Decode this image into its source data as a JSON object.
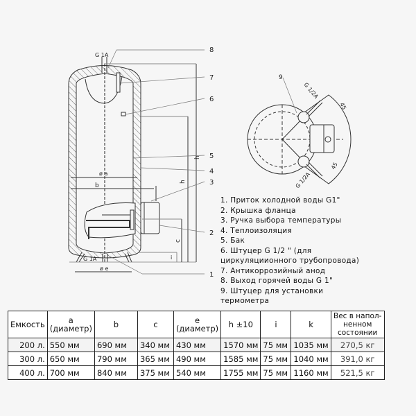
{
  "diagram": {
    "callouts": [
      "1",
      "2",
      "3",
      "4",
      "5",
      "6",
      "7",
      "8",
      "9"
    ],
    "dimension_labels": {
      "a": "ø a",
      "b": "b",
      "e": "ø e",
      "h": "h",
      "c": "c",
      "i": "i",
      "inlet_top": "G 1A",
      "inlet_bottom": "G 1A"
    },
    "top_view": {
      "fitting_top": "G 1/2A",
      "fitting_bottom": "G 1/2A",
      "angle_top": "45",
      "angle_bottom": "45"
    }
  },
  "legend": [
    "1. Приток холодной воды G1\"",
    "2. Крышка фланца",
    "3. Ручка выбора температуры",
    "4. Теплоизоляция",
    "5. Бак",
    "6. Штуцер G 1/2 \" (для",
    "циркуляциионного трубопровода)",
    "7. Антикоррозийный анод",
    "8. Выход горячей воды G 1\"",
    "9. Штуцер для установки",
    "термометра"
  ],
  "table": {
    "headers": [
      "Емкость",
      "a",
      "(диаметр)",
      "b",
      "c",
      "e",
      "(диаметр)",
      "h ±10",
      "i",
      "k",
      "Вес в напол-",
      "ненном",
      "состоянии"
    ],
    "rows": [
      [
        "200 л.",
        "550 мм",
        "690 мм",
        "340 мм",
        "430 мм",
        "1570 мм",
        "75 мм",
        "1035 мм",
        "270,5 кг"
      ],
      [
        "300 л.",
        "650 мм",
        "790 мм",
        "365 мм",
        "490 мм",
        "1585 мм",
        "75 мм",
        "1040 мм",
        "391,0 кг"
      ],
      [
        "400 л.",
        "700 мм",
        "840 мм",
        "375 мм",
        "540 мм",
        "1755 мм",
        "75 мм",
        "1160 мм",
        "521,5 кг"
      ]
    ]
  }
}
